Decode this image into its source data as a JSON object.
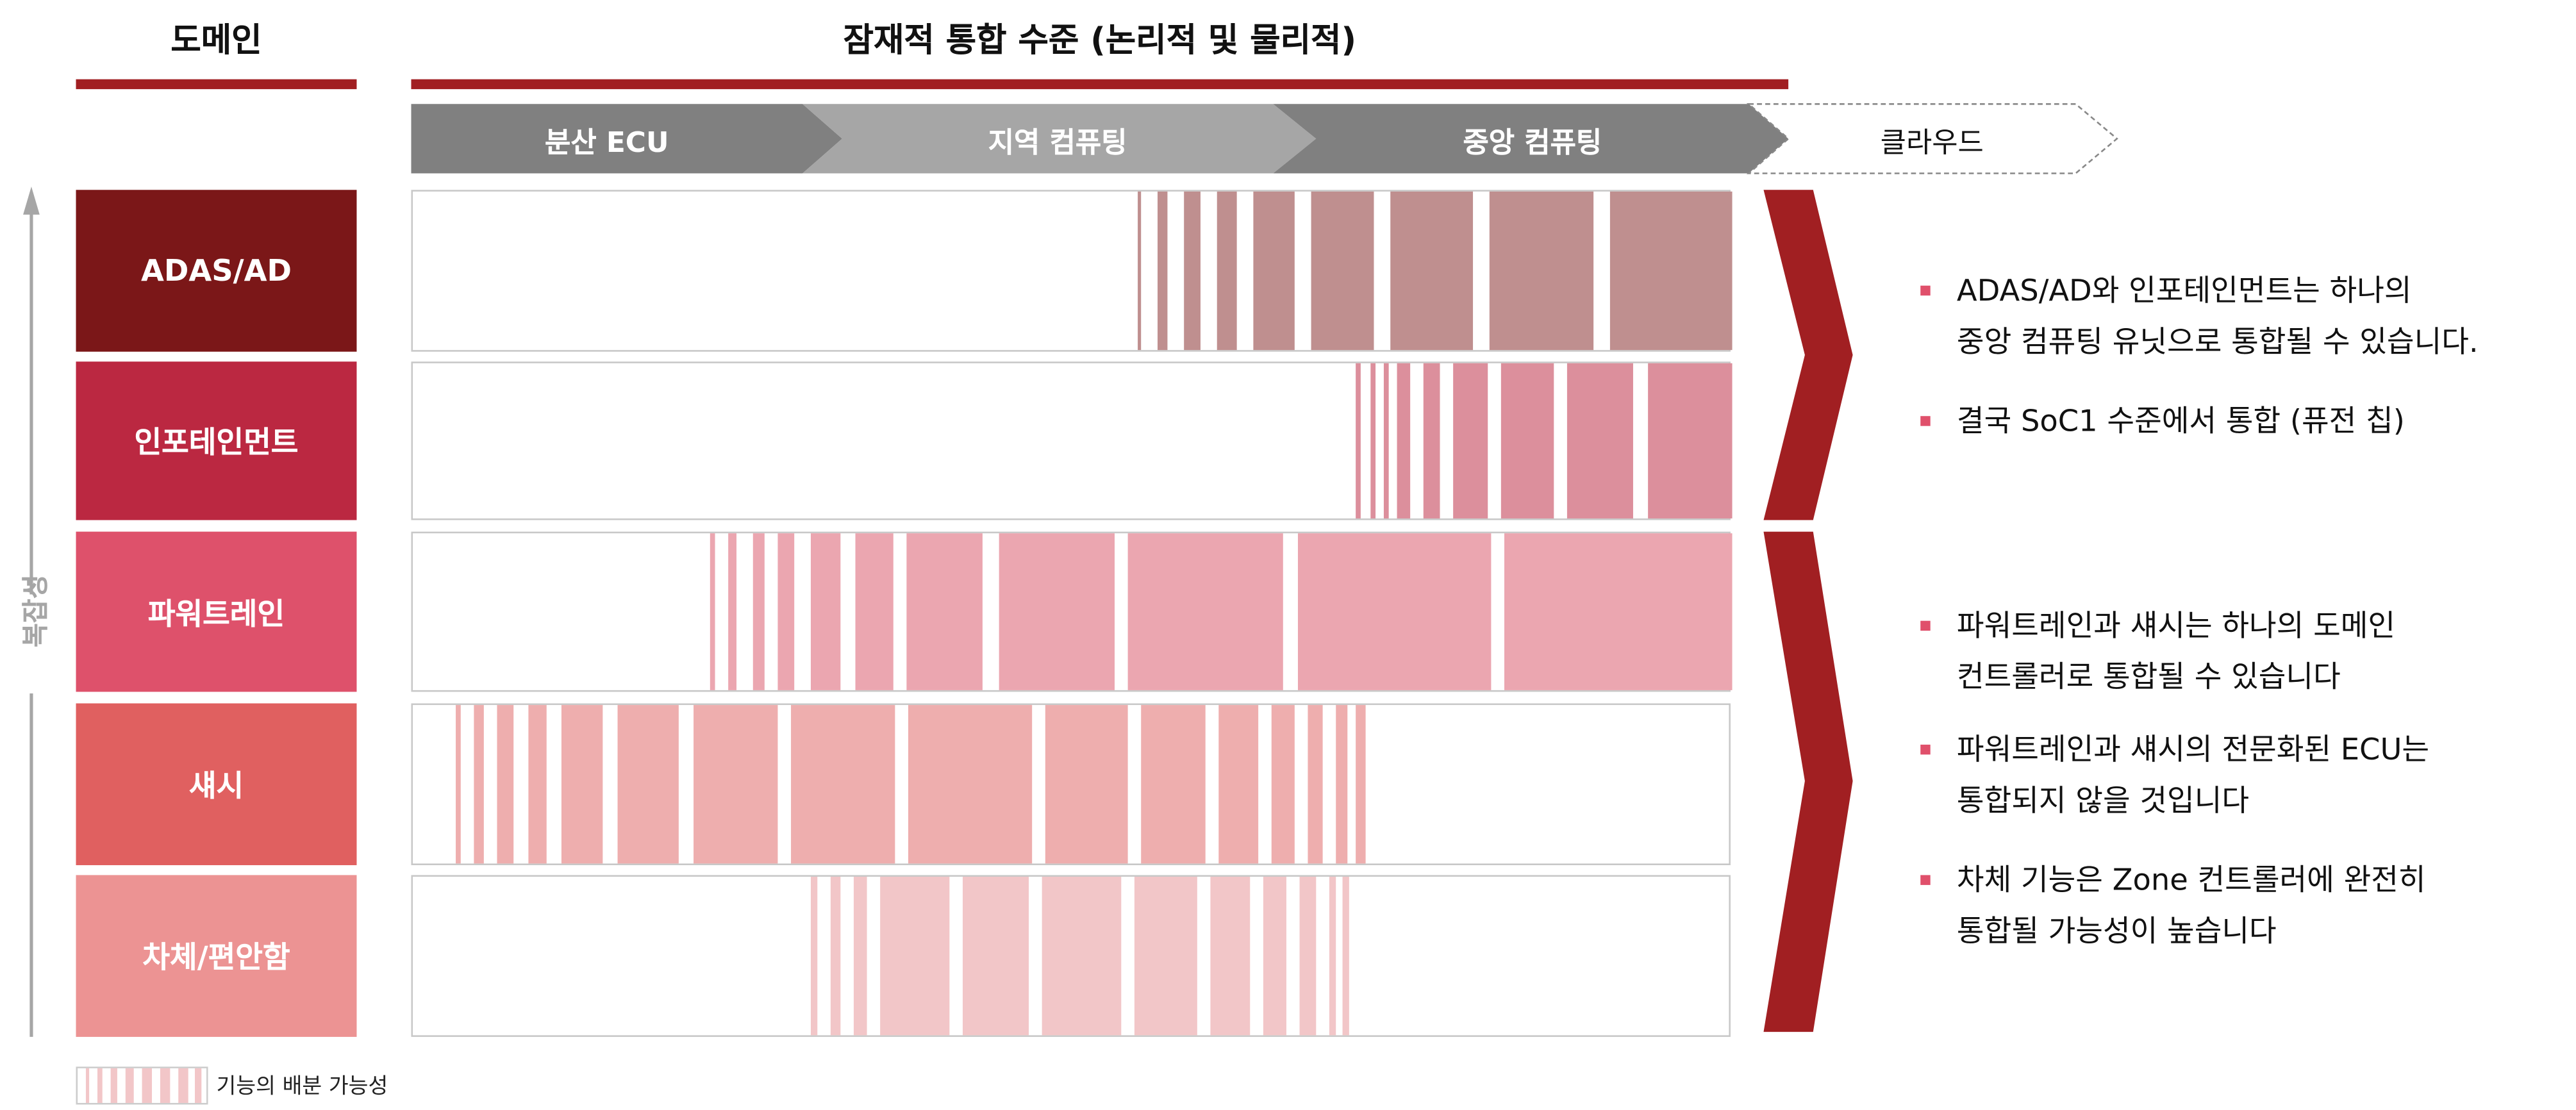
{
  "header": {
    "domain_title": "도메인",
    "main_title": "잠재적 통합 수준 (논리적 및 물리적)"
  },
  "levels": [
    {
      "label": "분산 ECU",
      "color": "#808080"
    },
    {
      "label": "지역 컴퓨팅",
      "color": "#a6a6a6"
    },
    {
      "label": "중앙 컴퓨팅",
      "color": "#808080"
    },
    {
      "label": "클라우드",
      "color": "#ffffff"
    }
  ],
  "axis_label": "복잡성",
  "domains": [
    {
      "label": "ADAS/AD",
      "color": "#7b1718",
      "stripe_color": "#bf8f8f"
    },
    {
      "label": "인포테인먼트",
      "color": "#bb2841",
      "stripe_color": "#dc8f9c"
    },
    {
      "label": "파워트레인",
      "color": "#de516b",
      "stripe_color": "#eba6b0"
    },
    {
      "label": "섀시",
      "color": "#e06060",
      "stripe_color": "#eeaeae"
    },
    {
      "label": "차체/편안함",
      "color": "#ec9393",
      "stripe_color": "#f2c6c8"
    }
  ],
  "notes": [
    {
      "lines": [
        "ADAS/AD와 인포테인먼트는 하나의",
        "중앙 컴퓨팅 유닛으로 통합될 수 있습니다."
      ]
    },
    {
      "lines": [
        "결국 SoC1 수준에서 통합 (퓨전 칩)"
      ]
    },
    {
      "lines": [
        "파워트레인과 섀시는 하나의 도메인",
        "컨트롤러로 통합될 수 있습니다"
      ]
    },
    {
      "lines": [
        "파워트레인과 섀시의 전문화된 ECU는",
        "통합되지 않을 것입니다"
      ]
    },
    {
      "lines": [
        "차체 기능은 Zone 컨트롤러에 완전히",
        "통합될 가능성이 높습니다"
      ]
    }
  ],
  "legend": {
    "label": "기능의 배분 가능성"
  },
  "colors": {
    "accent": "#a11f22",
    "bullet": "#e0506b"
  }
}
